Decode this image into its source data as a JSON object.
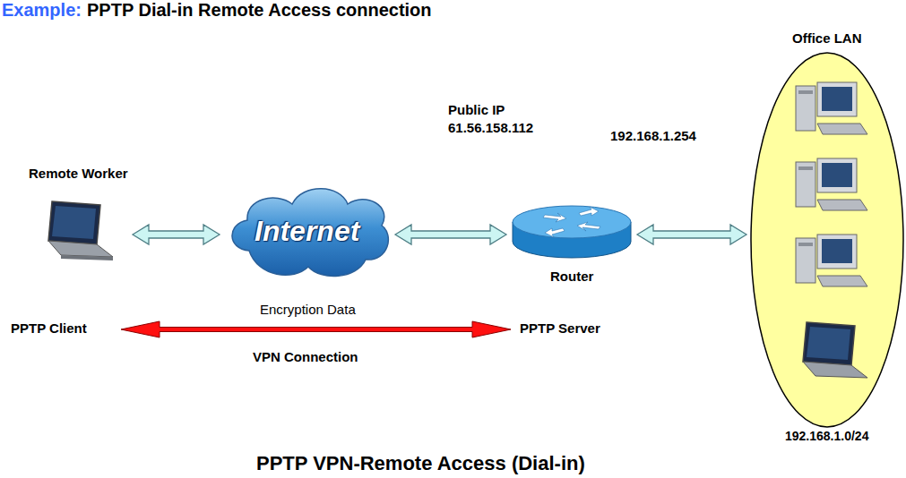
{
  "diagram": {
    "title": "PPTP Dial-in Remote Access connection",
    "caption": "PPTP VPN-Remote Access (Dial-in)",
    "nodes": [
      {
        "text": [
          "Remote Worker"
        ]
      },
      {
        "text": [
          "Internet"
        ]
      },
      {
        "text": [
          "Router"
        ]
      },
      {
        "text": [
          "Office LAN",
          "192.168.1.0/24"
        ]
      }
    ],
    "edges": [
      {
        "from": 0,
        "to": 1,
        "arrow": "both"
      },
      {
        "from": 1,
        "to": 2,
        "arrow": "both"
      },
      {
        "from": 2,
        "to": 3,
        "arrow": "both"
      }
    ],
    "labels": [
      "Example:",
      "Public IP 61.56.158.112",
      "192.168.1.254",
      "PPTP Client",
      "Encryption Data",
      "PPTP Server",
      "VPN Connection"
    ]
  }
}
